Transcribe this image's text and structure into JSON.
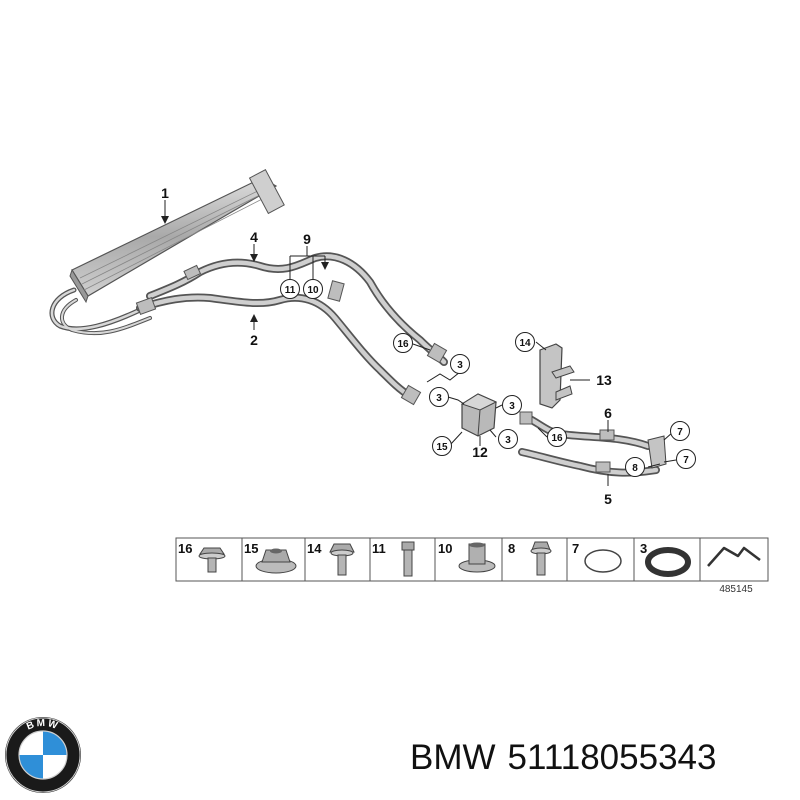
{
  "callouts": [
    "1",
    "4",
    "9",
    "11",
    "10",
    "2",
    "16",
    "3",
    "14",
    "13",
    "3",
    "3",
    "6",
    "7",
    "16",
    "15",
    "12",
    "3",
    "8",
    "7",
    "5"
  ],
  "parts_strip": {
    "items": [
      {
        "num": "16",
        "icon": "flange-bolt-icon"
      },
      {
        "num": "15",
        "icon": "flange-nut-icon"
      },
      {
        "num": "14",
        "icon": "hex-bolt-icon"
      },
      {
        "num": "11",
        "icon": "bolt-icon"
      },
      {
        "num": "10",
        "icon": "spacer-sleeve-icon"
      },
      {
        "num": "8",
        "icon": "bolt-icon"
      },
      {
        "num": "7",
        "icon": "o-ring-icon"
      },
      {
        "num": "3",
        "icon": "seal-ring-icon"
      }
    ],
    "reference": "485145"
  },
  "footer": {
    "brand": "BMW",
    "part_number": "51118055343"
  },
  "colors": {
    "part_fill": "#c9c9c9",
    "line": "#444444",
    "logo_blue": "#2f8fd8",
    "logo_ring": "#1a1a1a"
  }
}
